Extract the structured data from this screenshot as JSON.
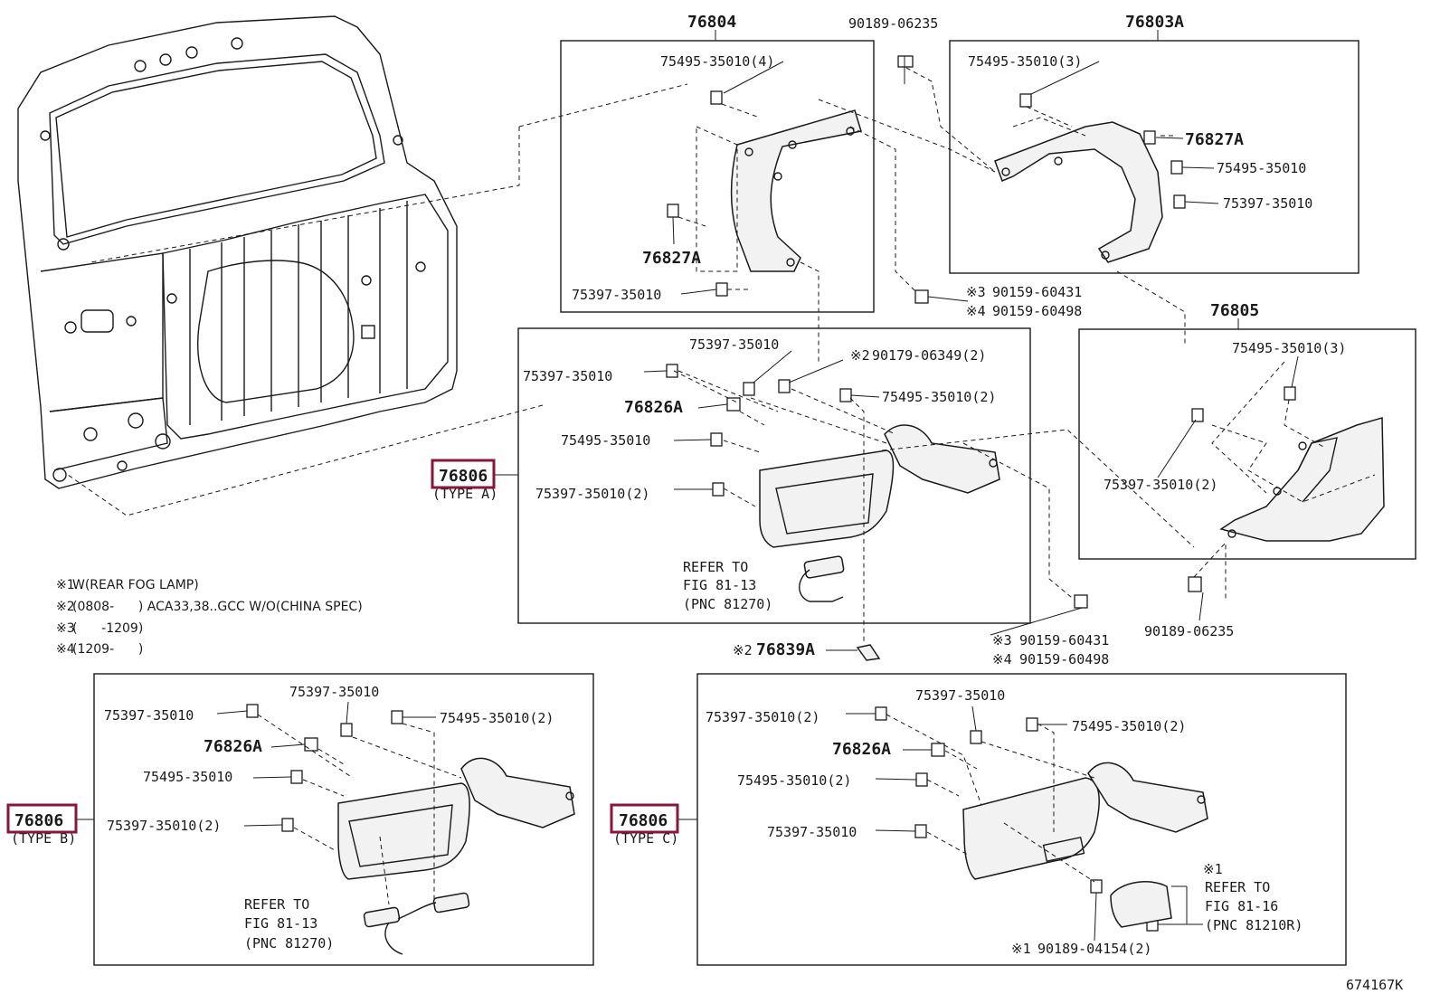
{
  "callouts": {
    "p76804": "76804",
    "p90189_06235_top": "90189-06235",
    "p76803A": "76803A",
    "g1_75495_35010_4": "75495-35010(4)",
    "g1_76827A": "76827A",
    "g1_75397_35010": "75397-35010",
    "g2_75495_35010_3": "75495-35010(3)",
    "g2_76827A": "76827A",
    "g2_75495_35010": "75495-35010",
    "g2_75397_35010": "75397-35010",
    "ref_90159_60431_a": "90159-60431",
    "ref_90159_60498_a": "90159-60498",
    "p76805": "76805",
    "g3_75495_35010_3": "75495-35010(3)",
    "g3_75397_35010_2": "75397-35010(2)",
    "p90189_06235_bottom": "90189-06235",
    "a_75397_35010_top": "75397-35010",
    "a_90179_06349_2": "90179-06349(2)",
    "a_75397_35010_left": "75397-35010",
    "a_76826A": "76826A",
    "a_75495_35010_2": "75495-35010(2)",
    "a_75495_35010": "75495-35010",
    "a_75397_35010_2": "75397-35010(2)",
    "a_76806": "76806",
    "a_type": "(TYPE A)",
    "a_refer": "REFER TO",
    "a_fig": "FIG 81-13",
    "a_pnc": "(PNC 81270)",
    "ref_90159_60431_b": "90159-60431",
    "ref_90159_60498_b": "90159-60498",
    "p76839A": "76839A",
    "b_75397_35010_top": "75397-35010",
    "b_75397_35010_left": "75397-35010",
    "b_75495_35010_2": "75495-35010(2)",
    "b_76826A": "76826A",
    "b_75495_35010": "75495-35010",
    "b_75397_35010_2": "75397-35010(2)",
    "b_76806": "76806",
    "b_type": "(TYPE B)",
    "b_refer": "REFER TO",
    "b_fig": "FIG 81-13",
    "b_pnc": "(PNC 81270)",
    "c_75397_35010_top": "75397-35010",
    "c_75397_35010_2": "75397-35010(2)",
    "c_75495_35010_2a": "75495-35010(2)",
    "c_76826A": "76826A",
    "c_75495_35010_2b": "75495-35010(2)",
    "c_75397_35010": "75397-35010",
    "c_76806": "76806",
    "c_type": "(TYPE C)",
    "c_refer": "REFER TO",
    "c_fig": "FIG 81-16",
    "c_pnc": "(PNC 81210R)",
    "c_90189_04154_2": "90189-04154(2)",
    "diagram_id": "674167K"
  },
  "markers": {
    "m1": "※1",
    "m2": "※2",
    "m3": "※3",
    "m4": "※4"
  },
  "notes": {
    "n1_mark": "※1",
    "n1_text": "W(REAR FOG LAMP)",
    "n2_mark": "※2",
    "n2_text": "(0808-      ) ACA33,38..GCC W/O(CHINA SPEC)",
    "n3_mark": "※3",
    "n3_text": "(      -1209)",
    "n4_mark": "※4",
    "n4_text": "(1209-      )"
  },
  "highlight_color": "#8a1538"
}
